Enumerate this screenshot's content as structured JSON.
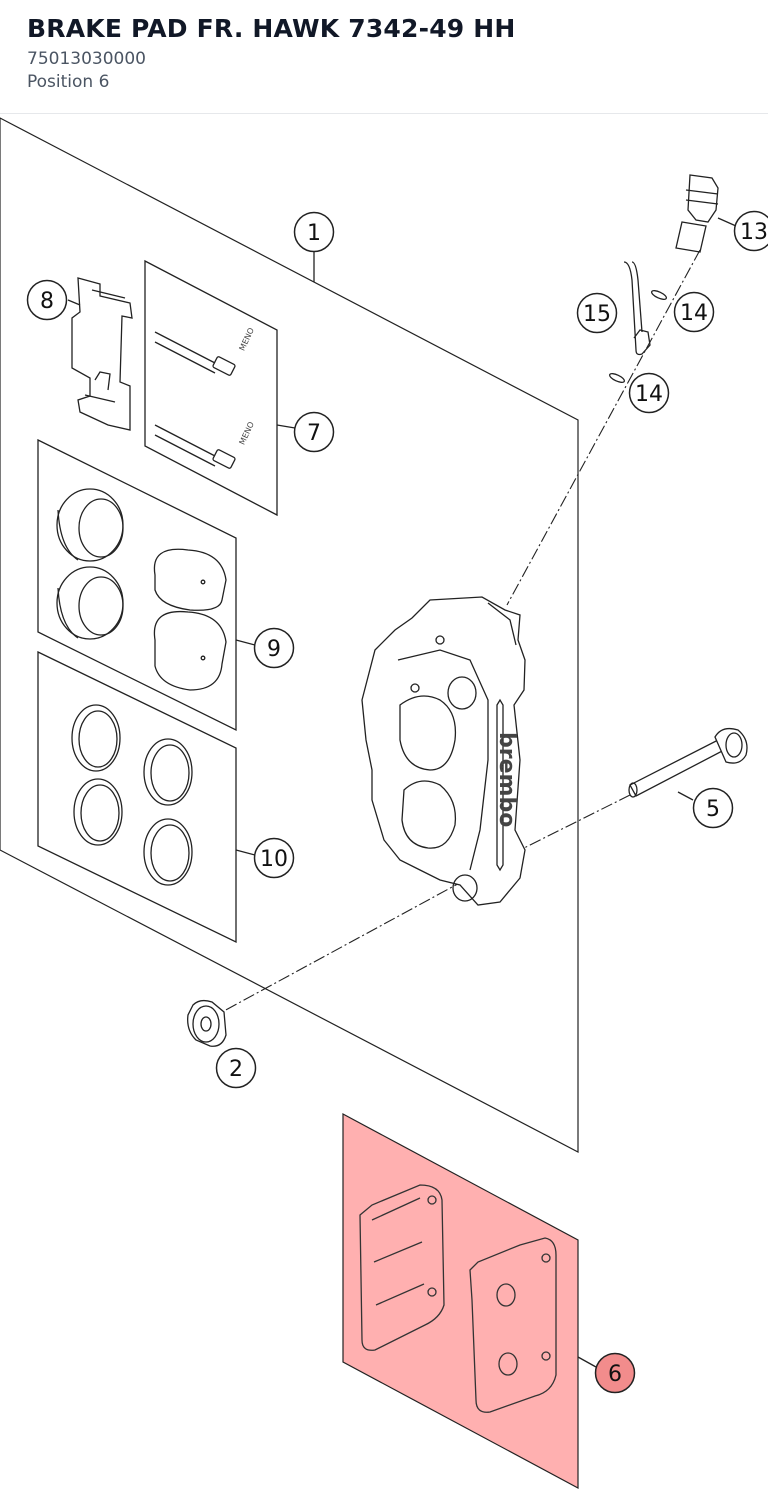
{
  "part": {
    "title": "BRAKE PAD FR. HAWK 7342-49 HH",
    "number": "75013030000",
    "position": "Position 6"
  },
  "diagram": {
    "callouts": [
      "1",
      "2",
      "5",
      "6",
      "7",
      "8",
      "9",
      "10",
      "13",
      "14",
      "14",
      "15"
    ],
    "highlighted_callout": "6",
    "caliper_brand_text": "brembo",
    "pin_marking": "MENO"
  },
  "colors": {
    "highlight_fill": "#ff9a9a",
    "highlight_callout": "#f28c8c",
    "line": "#222222"
  }
}
